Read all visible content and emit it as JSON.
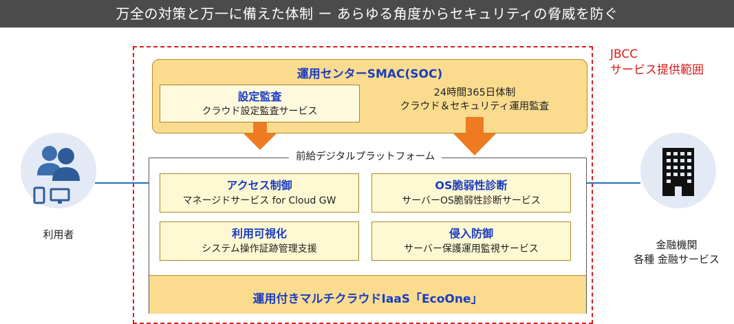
{
  "banner": {
    "title": "万全の対策と万一に備えた体制 ー あらゆる角度からセキュリティの脅威を防ぐ"
  },
  "scope": {
    "line1": "JBCC",
    "line2": "サービス提供範囲",
    "color": "#d81b1b"
  },
  "soc": {
    "title": "運用センターSMAC(SOC)",
    "audit_title": "設定監査",
    "audit_sub": "クラウド設定監査サービス",
    "hours": "24時間365日体制",
    "hours_sub": "クラウド＆セキュリティ運用監査"
  },
  "platform": {
    "label": "前給デジタルプラットフォーム",
    "cells": [
      {
        "title": "アクセス制御",
        "sub": "マネージドサービス for Cloud GW"
      },
      {
        "title": "OS脆弱性診断",
        "sub": "サーバーOS脆弱性診断サービス"
      },
      {
        "title": "利用可視化",
        "sub": "システム操作証跡管理支援"
      },
      {
        "title": "侵入防御",
        "sub": "サーバー保護運用監視サービス"
      }
    ],
    "iaas": "運用付きマルチクラウドIaaS「EcoOne」"
  },
  "left_actor": {
    "caption": "利用者",
    "icon": "users-devices-icon"
  },
  "right_actor": {
    "line1": "金融機関",
    "line2": "各種 金融サービス",
    "icon": "building-icon"
  },
  "colors": {
    "accent_blue": "#1a3cc1",
    "arrow": "#ee7b22",
    "box_fill": "#fbdc8f",
    "link_line": "#1f6fbd"
  }
}
